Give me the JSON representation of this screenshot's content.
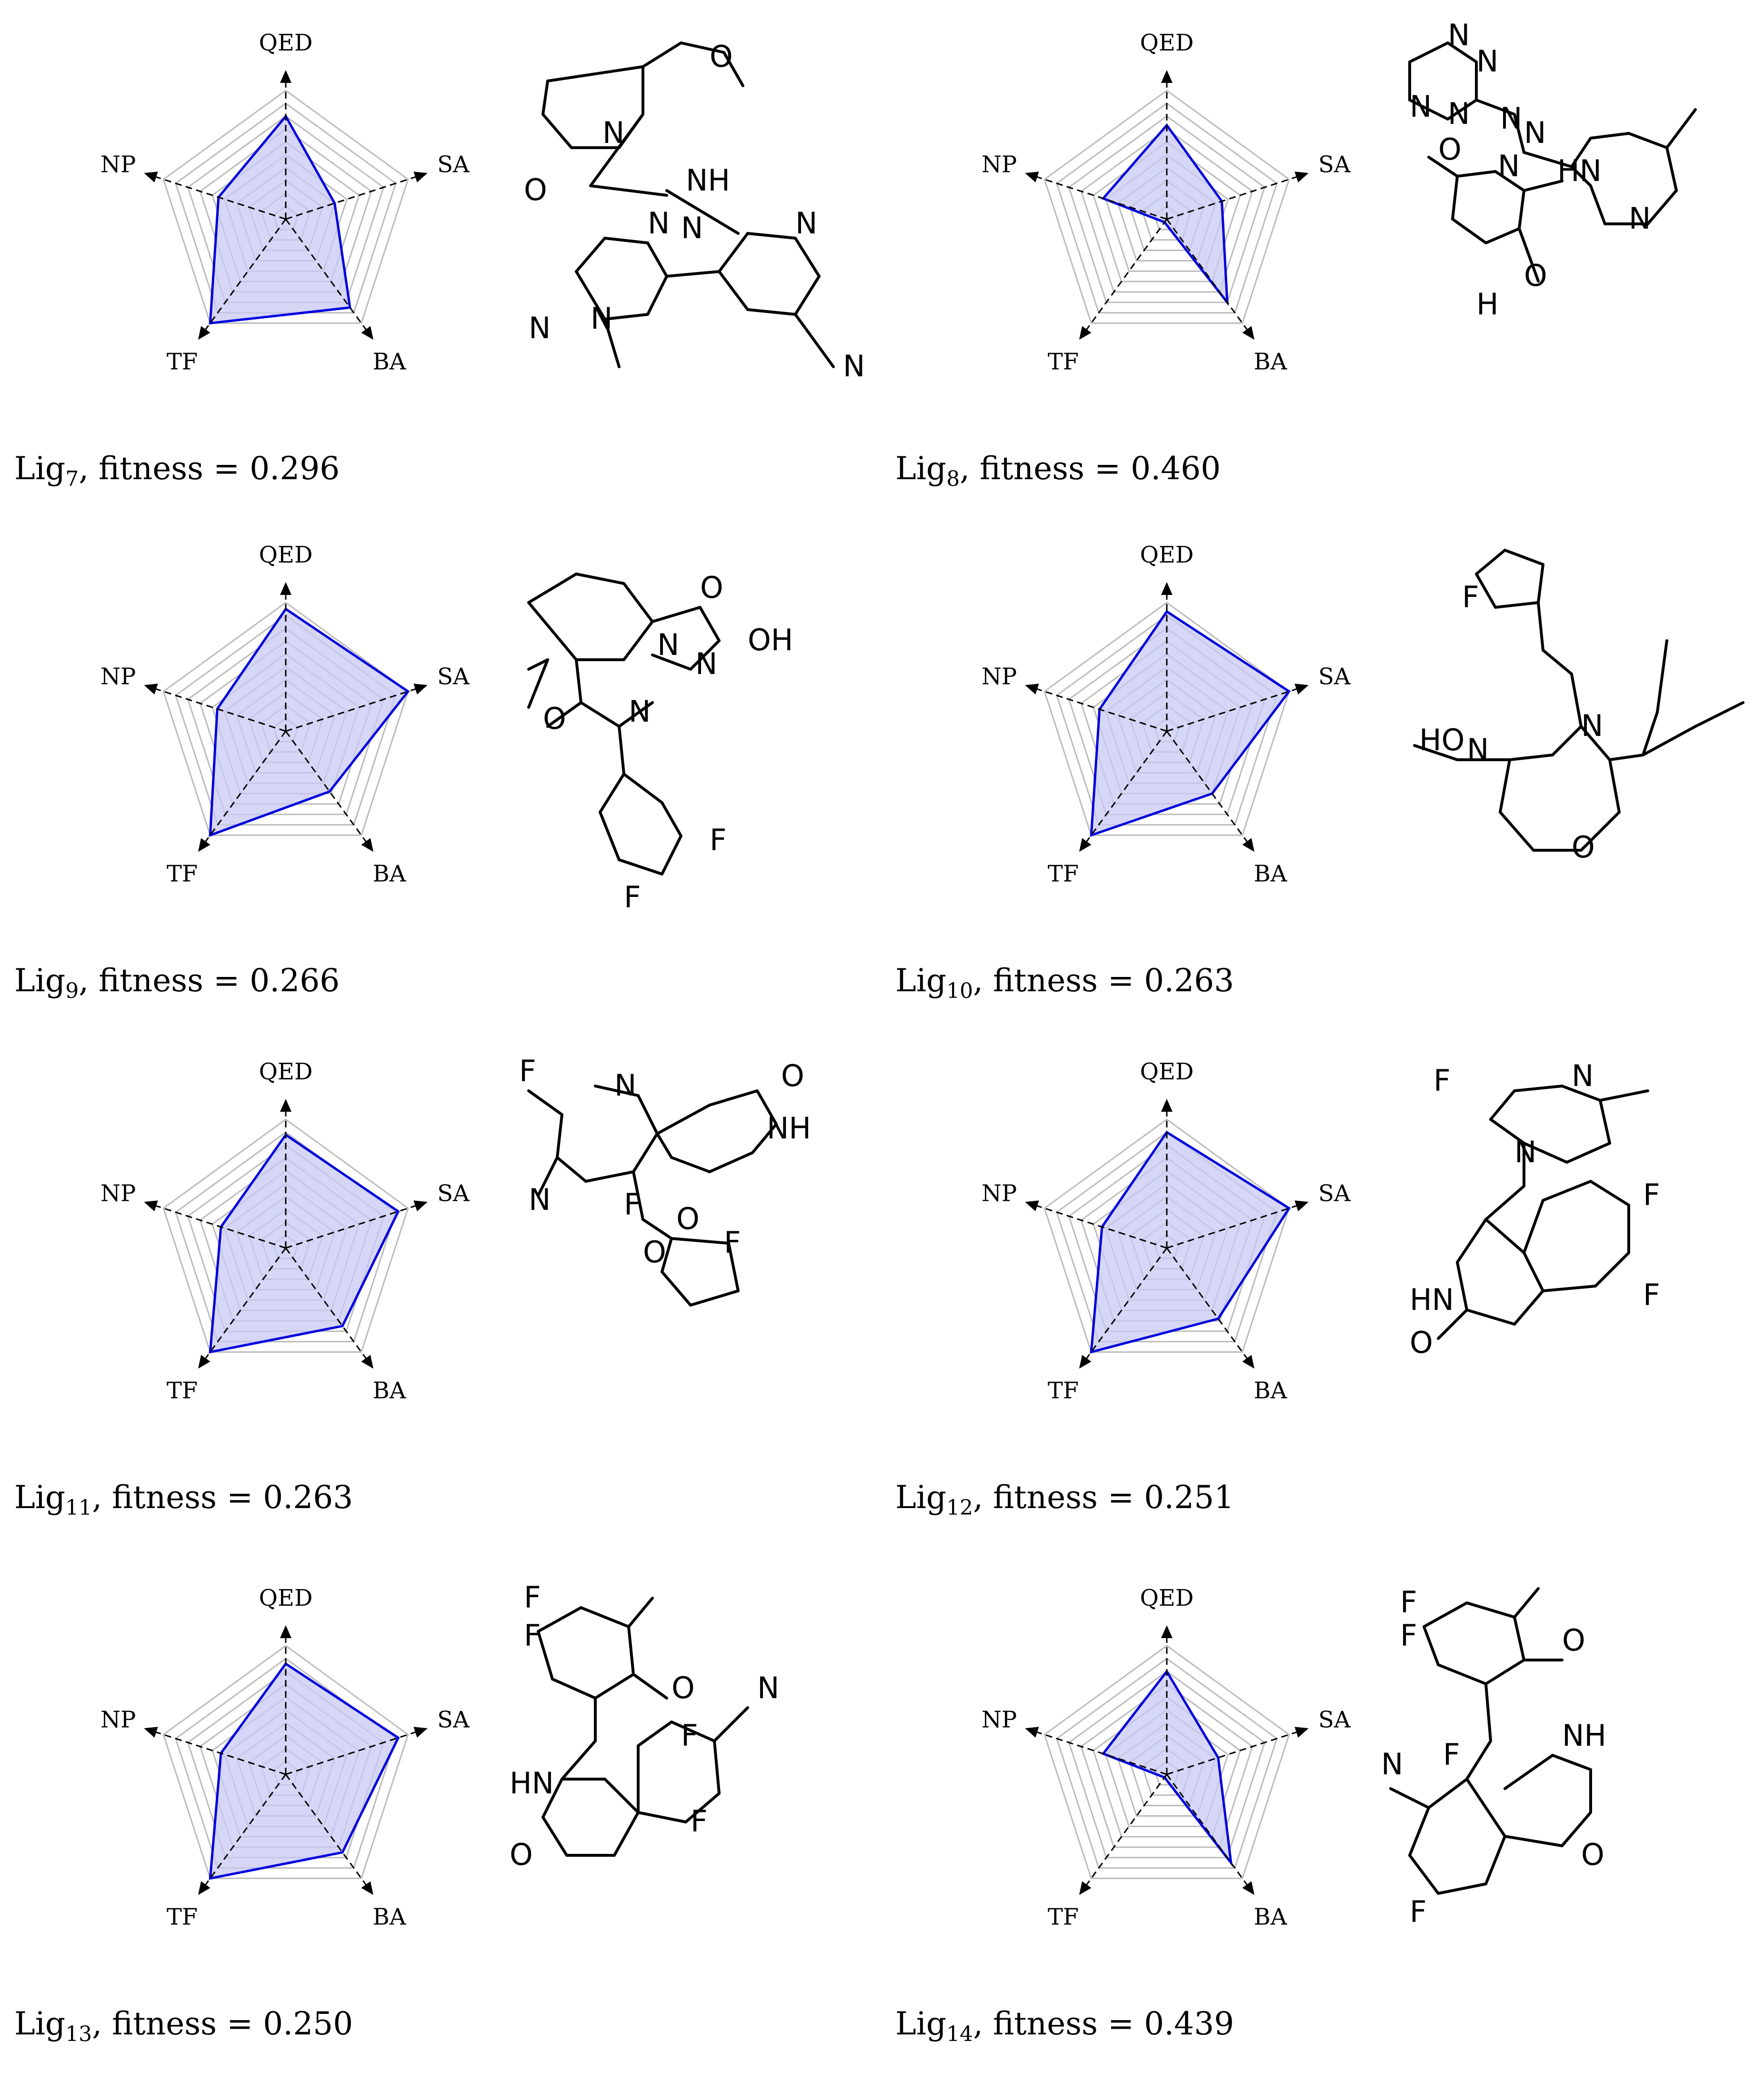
{
  "chart_data": {
    "type": "radar",
    "axes": [
      "QED",
      "SA",
      "BA",
      "TF",
      "NP"
    ],
    "range": [
      0,
      1
    ],
    "rings": 10,
    "series_color": "#0000dd",
    "fill_color": "#c8c8f4",
    "grid_color": "#bbbbbb",
    "panels": [
      {
        "ligand": "Lig",
        "index": "7",
        "fitness_label": ", fitness = ",
        "fitness": "0.296",
        "values": [
          0.8,
          0.4,
          0.85,
          1.0,
          0.55
        ]
      },
      {
        "ligand": "Lig",
        "index": "8",
        "fitness_label": ", fitness = ",
        "fitness": "0.460",
        "values": [
          0.73,
          0.45,
          0.8,
          0.03,
          0.52
        ]
      },
      {
        "ligand": "Lig",
        "index": "9",
        "fitness_label": ", fitness = ",
        "fitness": "0.266",
        "values": [
          0.95,
          1.0,
          0.58,
          1.0,
          0.56
        ]
      },
      {
        "ligand": "Lig",
        "index": "10",
        "fitness_label": ", fitness = ",
        "fitness": "0.263",
        "values": [
          0.93,
          1.0,
          0.6,
          1.0,
          0.55
        ]
      },
      {
        "ligand": "Lig",
        "index": "11",
        "fitness_label": ", fitness = ",
        "fitness": "0.263",
        "values": [
          0.88,
          0.92,
          0.75,
          1.0,
          0.53
        ]
      },
      {
        "ligand": "Lig",
        "index": "12",
        "fitness_label": ", fitness = ",
        "fitness": "0.251",
        "values": [
          0.9,
          1.0,
          0.68,
          1.0,
          0.53
        ]
      },
      {
        "ligand": "Lig",
        "index": "13",
        "fitness_label": ", fitness = ",
        "fitness": "0.250",
        "values": [
          0.86,
          0.92,
          0.75,
          1.0,
          0.53
        ]
      },
      {
        "ligand": "Lig",
        "index": "14",
        "fitness_label": ", fitness = ",
        "fitness": "0.439",
        "values": [
          0.8,
          0.42,
          0.85,
          0.03,
          0.52
        ]
      }
    ]
  },
  "molecules": [
    {
      "atoms": [
        "O",
        "N",
        "O",
        "NH",
        "N",
        "N",
        "N",
        "N",
        "N",
        "N"
      ]
    },
    {
      "atoms": [
        "N",
        "N",
        "N",
        "N",
        "N",
        "N",
        "O",
        "N",
        "HN",
        "N",
        "O",
        "H"
      ]
    },
    {
      "atoms": [
        "O",
        "OH",
        "N",
        "N",
        "O",
        "N",
        "F",
        "F"
      ]
    },
    {
      "atoms": [
        "F",
        "HO",
        "N",
        "N",
        "O"
      ]
    },
    {
      "atoms": [
        "F",
        "N",
        "O",
        "NH",
        "N",
        "F",
        "O",
        "F",
        "O"
      ]
    },
    {
      "atoms": [
        "F",
        "N",
        "N",
        "HN",
        "O",
        "F",
        "F"
      ]
    },
    {
      "atoms": [
        "F",
        "F",
        "O",
        "N",
        "F",
        "HN",
        "O",
        "F"
      ]
    },
    {
      "atoms": [
        "F",
        "F",
        "O",
        "N",
        "F",
        "NH",
        "F",
        "O"
      ]
    }
  ]
}
